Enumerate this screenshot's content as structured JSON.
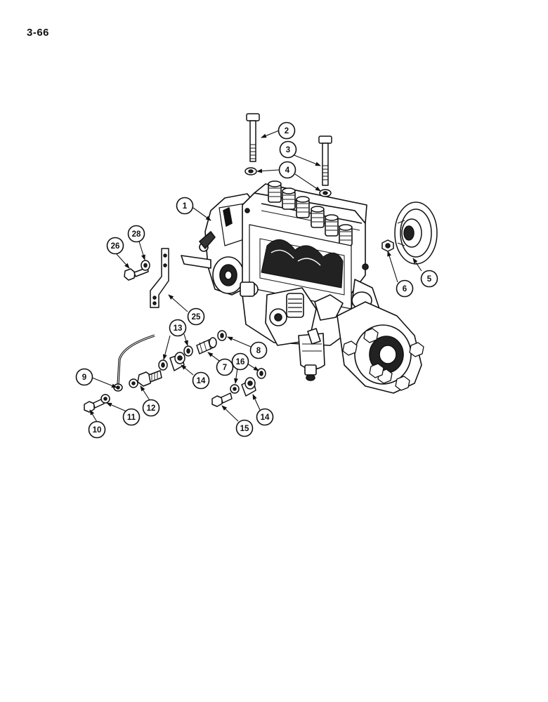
{
  "page": {
    "number": "3-66"
  },
  "callouts": [
    {
      "id": "c1",
      "label": "1"
    },
    {
      "id": "c2",
      "label": "2"
    },
    {
      "id": "c3",
      "label": "3"
    },
    {
      "id": "c4",
      "label": "4"
    },
    {
      "id": "c5",
      "label": "5"
    },
    {
      "id": "c6",
      "label": "6"
    },
    {
      "id": "c7",
      "label": "7"
    },
    {
      "id": "c8",
      "label": "8"
    },
    {
      "id": "c9",
      "label": "9"
    },
    {
      "id": "c10",
      "label": "10"
    },
    {
      "id": "c11",
      "label": "11"
    },
    {
      "id": "c12",
      "label": "12"
    },
    {
      "id": "c13",
      "label": "13"
    },
    {
      "id": "c14a",
      "label": "14"
    },
    {
      "id": "c14b",
      "label": "14"
    },
    {
      "id": "c15",
      "label": "15"
    },
    {
      "id": "c16",
      "label": "16"
    },
    {
      "id": "c25",
      "label": "25"
    },
    {
      "id": "c26",
      "label": "26"
    },
    {
      "id": "c28",
      "label": "28"
    }
  ]
}
